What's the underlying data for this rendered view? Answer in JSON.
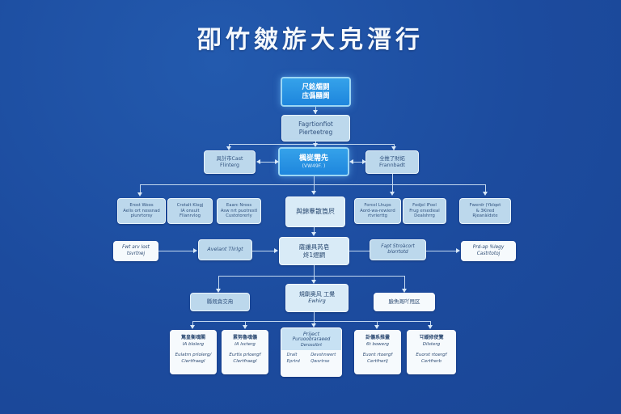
{
  "title": "卲竹皴旂大皃溍行",
  "colors": {
    "background": "#1c4b9e",
    "accent_bright": "#1e86dd",
    "box_light": "#bcd8ec",
    "box_lighter": "#d9ebf7",
    "box_white": "#f6fafd",
    "connector": "#c3d8ef",
    "title_text": "#f5f9fd"
  },
  "boxes": {
    "top": {
      "l1": "尺銘煝閼",
      "l2": "庒僞圝阓"
    },
    "row2": {
      "l1": "Fagrtionfiot",
      "l2": "Pierteetreg"
    },
    "row3_left": {
      "l1": "具計市Cast",
      "l2": "Flinterg"
    },
    "row3_center": {
      "l1": "楓嵸需先",
      "l2": "(VW49F. )"
    },
    "row3_right": {
      "l1": "全推了財炻",
      "l2": "Frannbadt"
    },
    "row4_1": {
      "l1": "Erost Woos",
      "l2": "Aelis ort nossnad",
      "l3": "plunrtorsy"
    },
    "row4_2": {
      "l1": "Crotalt Klogj",
      "l2": "IA onsult",
      "l3": "Fllanrvlog"
    },
    "row4_3": {
      "l1": "Eaarc Nross",
      "l2": "Asw nrt puotrestl",
      "l3": "Custotorerly"
    },
    "row4_center": {
      "l1": "與錦羣散筤屄"
    },
    "row4_4": {
      "l1": "Forcel Lhups",
      "l2": "Aord-wa-rewierd",
      "l3": "rtvrierttg"
    },
    "row4_5": {
      "l1": "Fodjel IFoel",
      "l2": "Frug ersedieal",
      "l3": "Dealshrrg"
    },
    "row4_6": {
      "l1": "Fwerdr (Yblqet",
      "l2": "& 3Kired",
      "l3": "Rjeanàldste"
    },
    "row5_1": {
      "l1": "Fwt arv lost",
      "l2": "tsvrtnej"
    },
    "row5_2": {
      "l1": "Avelant Tlirlgt"
    },
    "row5_center": {
      "l1": "薩讓具芮皂",
      "l2": "炵1熤閷"
    },
    "row5_3": {
      "l1": "Fapt Stroàcort",
      "l2": "blorrtotd"
    },
    "row5_4": {
      "l1": "Prd-ap %legy",
      "l2": "Castrtotoj"
    },
    "row6_left": {
      "l1": "縣觌貪交甪"
    },
    "row6_center": {
      "l1": "規劘奥风 工覺",
      "l2": "Ewhirg"
    },
    "row6_right": {
      "l1": "臉魚溉吖甩区"
    },
    "row7_1": {
      "l1": "篤皇衡魂閣",
      "l2": "IA blolerg",
      "l3": "Eulatrn prlolerg/",
      "l4": "Ciertfraegl"
    },
    "row7_2": {
      "l1": "累努魯魂儀",
      "l2": "IA lscterg",
      "l3": "Eurtls prloergf",
      "l4": "Clertfraegl"
    },
    "row7_center": {
      "h1": "Priject",
      "h2": "Puruoobraraeed",
      "h3": "Derosolbrt",
      "c1a": "Dralt",
      "c1b": "Eprtrd",
      "c2a": "Devshnwert",
      "c2b": "Qwsrtrse"
    },
    "row7_4": {
      "l1": "卦儀系推畫",
      "l2": "6t bowerg",
      "l3": "Euont rtoergf",
      "l4": "Certfrwrlj"
    },
    "row7_5": {
      "l1": "㔿緩修使覽",
      "l2": "Dilsterg",
      "l3": "Euorst rtoergf",
      "l4": "Certfrerb"
    }
  }
}
